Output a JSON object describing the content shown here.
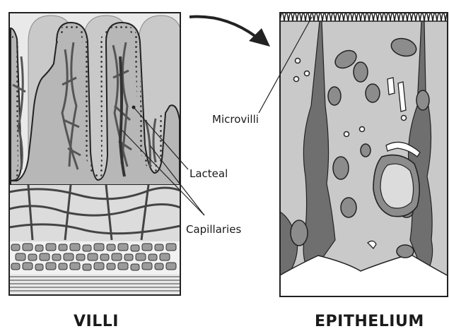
{
  "labels": {
    "microvilli": "Microvilli",
    "lacteal": "Lacteal",
    "capillaries": "Capillaries"
  },
  "captions": {
    "villi": "VILLI",
    "epithelium": "EPITHELIUM"
  },
  "colors": {
    "outline": "#222222",
    "light_gray": "#c8c8c8",
    "mid_gray": "#a9a9a9",
    "dark_gray": "#6e6e6e",
    "background": "#ffffff"
  }
}
